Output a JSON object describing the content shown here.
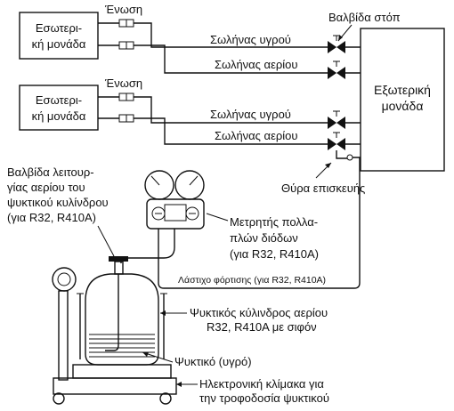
{
  "labels": {
    "indoor_unit_1": [
      "Εσωτερι-",
      "κή μονάδα"
    ],
    "indoor_unit_2": [
      "Εσωτερι-",
      "κή μονάδα"
    ],
    "connection_1": "Ένωση",
    "connection_2": "Ένωση",
    "stop_valve": "Βαλβίδα στόπ",
    "liquid_pipe_1": "Σωλήνας υγρού",
    "gas_pipe_1": "Σωλήνας αερίου",
    "liquid_pipe_2": "Σωλήνας υγρού",
    "gas_pipe_2": "Σωλήνας αερίου",
    "outdoor_unit": [
      "Εξωτερική",
      "μονάδα"
    ],
    "service_port": "Θύρα επισκευής",
    "cylinder_gas_valve": [
      "Βαλβίδα λειτουρ-",
      "γίας αερίου του",
      "ψυκτικού κυλίνδρου",
      "(για R32, R410A)"
    ],
    "manifold_gauge": [
      "Μετρητής πολλα-",
      "πλών διόδων",
      "(για R32, R410A)"
    ],
    "charging_hose": "Λάστιχο φόρτισης (για R32, R410A)",
    "refrigerant_cylinder": [
      "Ψυκτικός κύλινδρος αερίου",
      "R32, R410A με σιφόν"
    ],
    "liquid_refrigerant": "Ψυκτικό (υγρό)",
    "electronic_scale": [
      "Ηλεκτρονική κλίμακα για",
      "την τροφοδοσία ψυκτικού"
    ]
  }
}
